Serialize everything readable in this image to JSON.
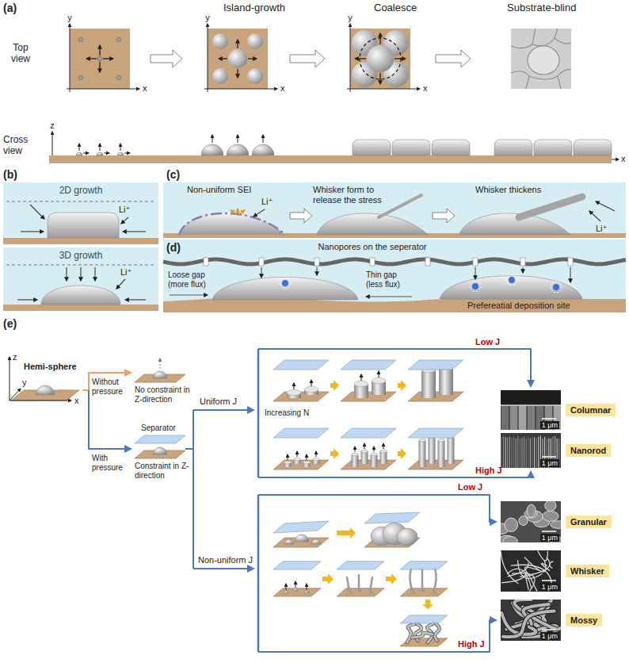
{
  "diagram": {
    "nodes": [
      {
        "text": [
          "1 μm"
        ]
      },
      {
        "text": [
          "Columnar"
        ]
      },
      {
        "text": [
          "1 μm"
        ]
      },
      {
        "text": [
          "Nanorod"
        ]
      },
      {
        "text": [
          "1 μm"
        ]
      },
      {
        "text": [
          "Granular"
        ]
      },
      {
        "text": [
          "1 μm"
        ]
      },
      {
        "text": [
          "Whisker"
        ]
      },
      {
        "text": [
          "1 μm"
        ]
      },
      {
        "text": [
          "Mossy"
        ]
      }
    ],
    "labels": [
      "(a)",
      "Island-growth",
      "Coalesce",
      "Substrate-blind",
      "Top view",
      "y",
      "x",
      "y",
      "x",
      "y",
      "x",
      "Cross view",
      "z",
      "x",
      "(b)",
      "2D growth",
      "Li⁺",
      "3D growth",
      "Li⁺",
      "(c)",
      "Non-uniform SEI",
      "Li⁺",
      "Whisker form to release the stress",
      "Whisker thickens",
      "Li⁺",
      "(d)",
      "Nanopores on the seperator",
      "Loose gap (more flux)",
      "Thin gap (less flux)",
      "Prefereatial deposition site",
      "(e)",
      "z",
      "y",
      "x",
      "Hemi-sphere",
      "Without pressure",
      "No constraint in Z-direction",
      "Separator",
      "With pressure",
      "Constraint in Z-direction",
      "Uniform J",
      "Non-uniform J",
      "Low J",
      "High J",
      "Increasing N",
      "Low J",
      "High J"
    ]
  }
}
